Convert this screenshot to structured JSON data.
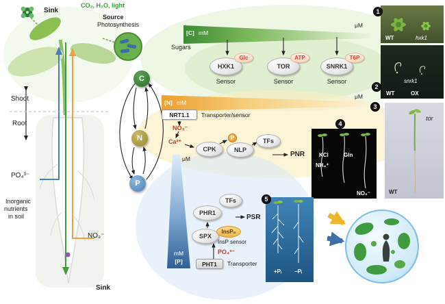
{
  "colors": {
    "carbon_green": "#3e8a35",
    "nitrogen_orange": "#ec9f2e",
    "phosphorus_blue": "#2f5f96",
    "ligand_red": "#d6402a",
    "badge_black": "#151515",
    "globe_blue": "#cfeaf7",
    "life_green": "#3f9b3f"
  },
  "plant": {
    "sink_top": "Sink",
    "inputs": "CO₂, H₂O, light",
    "source": "Source",
    "photosynthesis": "Photosynthesis",
    "shoot": "Shoot",
    "root": "Root",
    "phosphate": "PO₄³⁻",
    "soil_note_1": "Inorganic",
    "soil_note_2": "nutrients",
    "soil_note_3": "in soil",
    "nitrate": "NO₃⁻",
    "sink_bottom": "Sink"
  },
  "cycle": {
    "c": "C",
    "n": "N",
    "p": "P"
  },
  "carbon": {
    "label": "[C]",
    "unit_left": "mM",
    "unit_right": "μM",
    "sugars": "Sugars",
    "sensors": [
      {
        "name": "HXK1",
        "ligand": "Glc",
        "caption": "Sensor"
      },
      {
        "name": "TOR",
        "ligand": "ATP",
        "caption": "Sensor"
      },
      {
        "name": "SNRK1",
        "ligand": "T6P",
        "caption": "Sensor"
      }
    ]
  },
  "nitrogen": {
    "label": "[N]",
    "unit_left": "mM",
    "unit_right": "μM",
    "transporter": "NRT1.1",
    "transporter_caption": "Transporter/sensor",
    "nitrate": "NO₃⁻",
    "calcium": "Ca²⁺",
    "cpk": "CPK",
    "phospho": "P",
    "nlp": "NLP",
    "tfs": "TFs",
    "output": "PNR"
  },
  "phosphorus": {
    "label": "[P]",
    "unit_top": "μM",
    "unit_bottom": "mM",
    "phr1": "PHR1",
    "tfs": "TFs",
    "output": "PSR",
    "spx": "SPX",
    "insp8": "InsP₈",
    "insp_caption": "InsP sensor",
    "phosphate": "PO₄³⁻",
    "transporter": "PHT1",
    "transporter_caption": "Transporter"
  },
  "badges": {
    "b1": "1",
    "b2": "2",
    "b3": "3",
    "b4": "4",
    "b5": "5"
  },
  "photos": {
    "panel1": {
      "left": "WT",
      "right": "hxk1"
    },
    "panel2": {
      "title": "snrk1",
      "left": "WT",
      "right": "OX"
    },
    "panel3": {
      "title": "tor",
      "bottom": "WT"
    },
    "panel4": {
      "a": "KCl",
      "b": "Gln",
      "c": "NH₄⁺",
      "d": "NO₃⁻"
    },
    "panel5": {
      "left": "+Pᵢ",
      "right": "−Pᵢ"
    }
  }
}
